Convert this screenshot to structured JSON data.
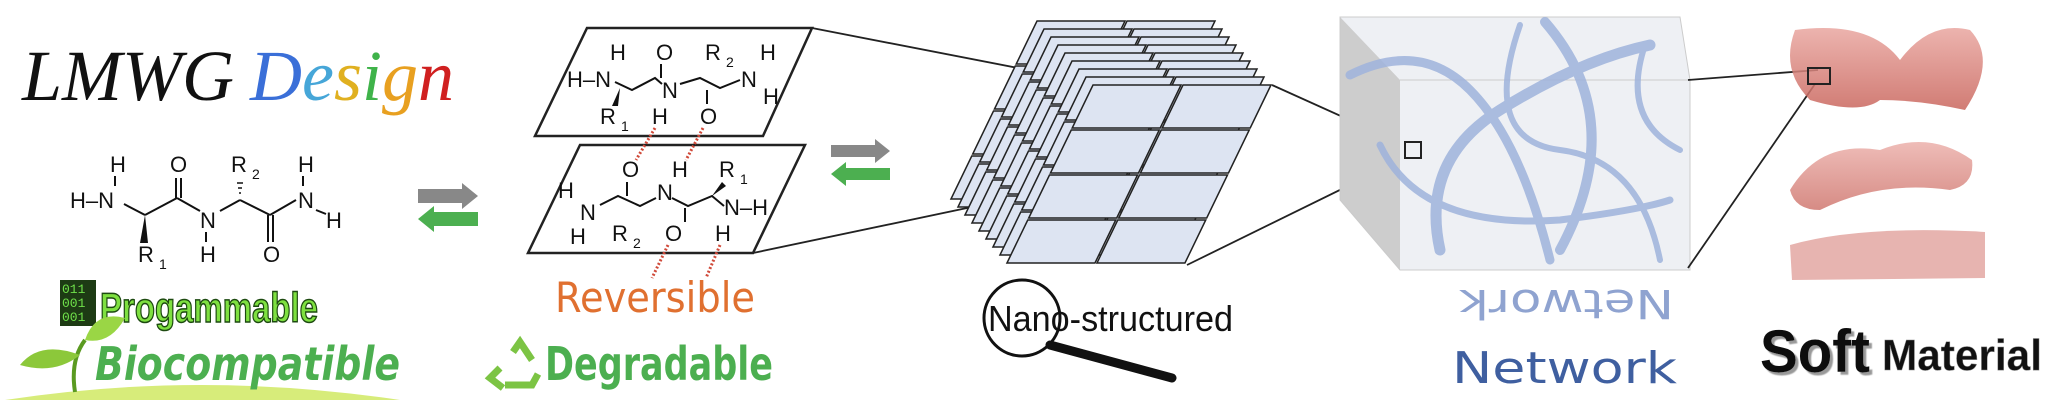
{
  "stages": {
    "design": {
      "title_part1": "LMWG",
      "title_part2_letters": [
        "D",
        "e",
        "s",
        "i",
        "g",
        "n"
      ],
      "title_part2_colors": [
        "#3a6fd8",
        "#46a6d8",
        "#e0b020",
        "#3fb34a",
        "#e8a020",
        "#d02020"
      ],
      "molecule_labels": [
        "H",
        "H–N",
        "O",
        "R",
        "2",
        "H",
        "N",
        "H",
        "N",
        "H",
        "R",
        "1",
        "O"
      ],
      "binary_icon": [
        "011",
        "001",
        "001"
      ],
      "programmable_label": "Progammable",
      "biocompatible_label": "Biocompatible"
    },
    "assembly": {
      "top_sheet_labels": [
        "H",
        "H–N",
        "O",
        "R",
        "2",
        "H",
        "N",
        "N",
        "H",
        "R",
        "1",
        "H",
        "O"
      ],
      "bottom_sheet_labels": [
        "O",
        "H",
        "R",
        "1",
        "H",
        "N",
        "N",
        "N–H",
        "H",
        "R",
        "2",
        "O",
        "H"
      ],
      "reversible_label": "Reversible",
      "degradable_label": "Degradable"
    },
    "nanostructure": {
      "label": "Nano-structured"
    },
    "network": {
      "mirrored_label": "Network",
      "label": "Network"
    },
    "material": {
      "label_part1": "Soft",
      "label_part2": "Material"
    }
  },
  "colors": {
    "forward_arrow": "#888888",
    "reverse_arrow": "#4caf50",
    "reversible": "#e07030",
    "green_text": "#4caf50",
    "network_text": "#3f5fa0",
    "sheet_fill": "#dde4f2",
    "tube": "#9fb3dc"
  },
  "icons": [
    "sprout-icon",
    "binary-icon",
    "recycle-icon",
    "magnifier-icon"
  ]
}
